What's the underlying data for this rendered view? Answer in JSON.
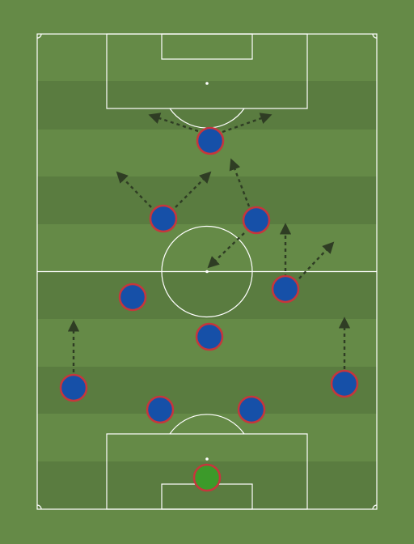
{
  "colors": {
    "grass_light": "#658a47",
    "grass_dark": "#5a7c40",
    "lines": "#ffffff",
    "player_fill": "#1650a8",
    "player_border": "#c6363c",
    "goalkeeper_fill": "#3c9a2a",
    "arrow": "#2f3d24"
  },
  "formation": {
    "players": [
      {
        "id": "gk",
        "role": "goalkeeper",
        "icon": "goalkeeper-marker"
      },
      {
        "id": "lcb",
        "role": "outfield",
        "icon": "player-marker"
      },
      {
        "id": "rcb",
        "role": "outfield",
        "icon": "player-marker"
      },
      {
        "id": "lb",
        "role": "outfield",
        "icon": "player-marker"
      },
      {
        "id": "rb",
        "role": "outfield",
        "icon": "player-marker"
      },
      {
        "id": "dm",
        "role": "outfield",
        "icon": "player-marker"
      },
      {
        "id": "lm",
        "role": "outfield",
        "icon": "player-marker"
      },
      {
        "id": "rm",
        "role": "outfield",
        "icon": "player-marker"
      },
      {
        "id": "lam",
        "role": "outfield",
        "icon": "player-marker"
      },
      {
        "id": "ram",
        "role": "outfield",
        "icon": "player-marker"
      },
      {
        "id": "st",
        "role": "outfield",
        "icon": "player-marker"
      }
    ],
    "movement_arrows": [
      {
        "from": "st",
        "direction": "forward-left",
        "style": "dashed"
      },
      {
        "from": "st",
        "direction": "forward-right",
        "style": "dashed"
      },
      {
        "from": "lam",
        "direction": "forward-left",
        "style": "dashed"
      },
      {
        "from": "lam",
        "direction": "forward-right",
        "style": "dashed"
      },
      {
        "from": "ram",
        "direction": "forward-left",
        "style": "dashed"
      },
      {
        "from": "ram",
        "direction": "back-left",
        "style": "dashed"
      },
      {
        "from": "rm",
        "direction": "forward",
        "style": "dashed"
      },
      {
        "from": "rm",
        "direction": "forward-right",
        "style": "dashed"
      },
      {
        "from": "lb",
        "direction": "forward",
        "style": "dashed"
      },
      {
        "from": "rb",
        "direction": "forward",
        "style": "dashed"
      }
    ]
  }
}
